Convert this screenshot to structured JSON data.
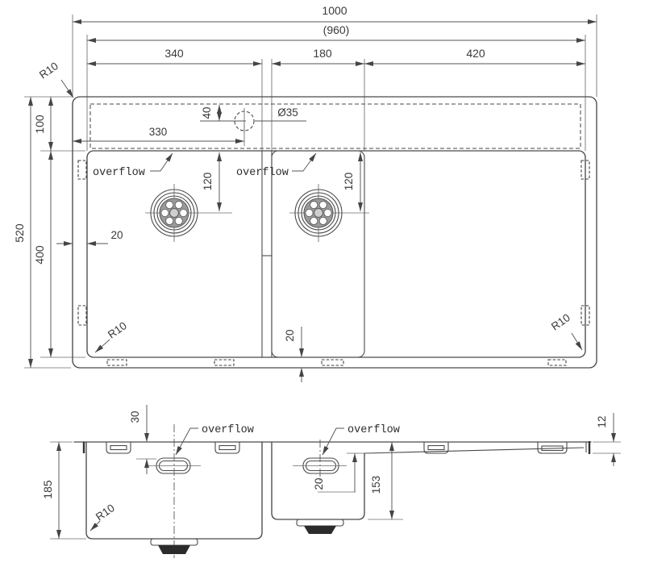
{
  "drawing_title": "double-bowl-sink-with-drainer-technical-drawing",
  "top_view": {
    "dim_overall_width": "1000",
    "dim_inner_width": "(960)",
    "dim_bowl1_width": "340",
    "dim_bowl2_width": "180",
    "dim_drainer_width": "420",
    "dim_overall_depth": "520",
    "dim_rim_depth": "100",
    "dim_bowl_depth": "400",
    "dim_faucet_from_left": "330",
    "dim_faucet_from_top": "40",
    "dim_faucet_hole": "Ø35",
    "dim_drain1_from_top": "120",
    "dim_drain2_from_top": "120",
    "dim_side_rim": "20",
    "dim_bottom_rim": "20",
    "label_corner_radius": "R10",
    "label_overflow": "overflow"
  },
  "section_view": {
    "dim_bowl1_depth": "185",
    "dim_bowl2_depth": "153",
    "dim_overflow_from_top": "30",
    "dim_overflow_below_drainer": "20",
    "dim_rim_thickness": "12",
    "label_corner_radius": "R10",
    "label_overflow": "overflow"
  }
}
